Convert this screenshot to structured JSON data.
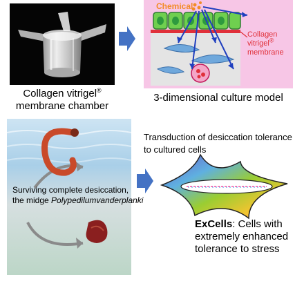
{
  "chamber": {
    "caption_line1": "Collagen vitrigel",
    "caption_sup": "®",
    "caption_line2": "membrane chamber"
  },
  "model": {
    "chemical_label": "Chemical",
    "membrane_label_line1": "Collagen",
    "membrane_label_line2": "vitrigel",
    "membrane_label_sup": "®",
    "membrane_label_line3": "membrane",
    "caption": "3-dimensional culture model"
  },
  "midge": {
    "surviving_line1": "Surviving complete desiccation,",
    "surviving_prefix": "the midge ",
    "surviving_species": "Polypedilumvanderplanki"
  },
  "transduction": {
    "line1": "Transduction of desiccation tolerance",
    "line2": "to cultured cells"
  },
  "excells": {
    "title": "ExCells",
    "line1_rest": ": Cells with",
    "line2": "extremely enhanced",
    "line3": "tolerance to stress"
  },
  "colors": {
    "arrow_blue": "#4472c4",
    "membrane_red": "#e0303a",
    "chemical_orange": "#f28c28",
    "pink_panel": "#f7c6e6",
    "cell_green": "#6fcf4f"
  }
}
